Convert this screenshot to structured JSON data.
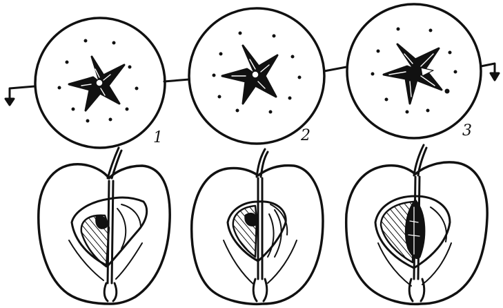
{
  "colors": {
    "ink": "#111111",
    "paper": "#ffffff"
  },
  "stages": [
    {
      "label": "1"
    },
    {
      "label": "2"
    },
    {
      "label": "3"
    }
  ]
}
